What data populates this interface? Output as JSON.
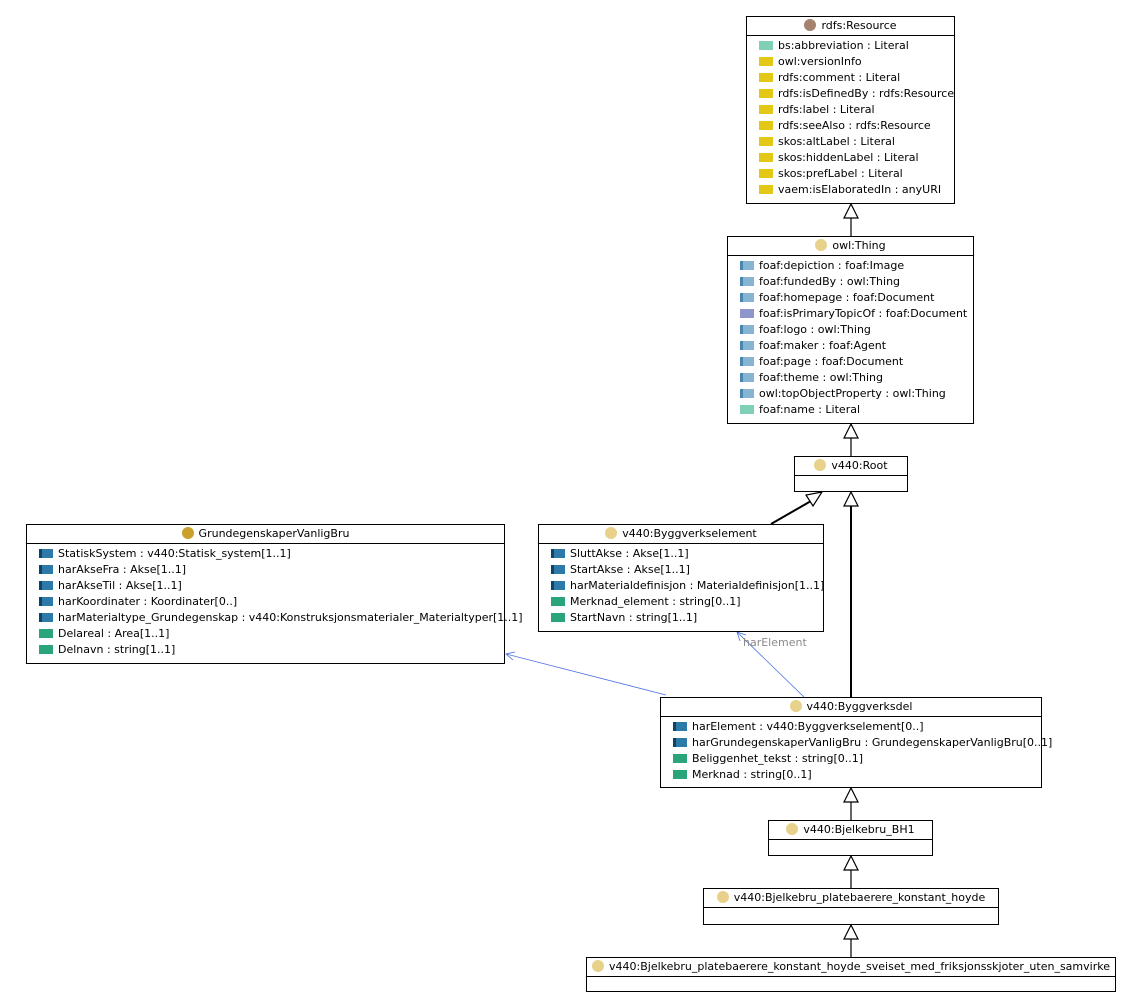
{
  "classes": {
    "resource": {
      "name": "rdfs:Resource",
      "attributes": [
        {
          "text": "bs:abbreviation : Literal",
          "kind": "datatype-light"
        },
        {
          "text": "owl:versionInfo",
          "kind": "annotation"
        },
        {
          "text": "rdfs:comment : Literal",
          "kind": "annotation"
        },
        {
          "text": "rdfs:isDefinedBy : rdfs:Resource",
          "kind": "annotation"
        },
        {
          "text": "rdfs:label : Literal",
          "kind": "annotation"
        },
        {
          "text": "rdfs:seeAlso : rdfs:Resource",
          "kind": "annotation"
        },
        {
          "text": "skos:altLabel : Literal",
          "kind": "annotation"
        },
        {
          "text": "skos:hiddenLabel : Literal",
          "kind": "annotation"
        },
        {
          "text": "skos:prefLabel : Literal",
          "kind": "annotation"
        },
        {
          "text": "vaem:isElaboratedIn : anyURI",
          "kind": "annotation"
        }
      ]
    },
    "thing": {
      "name": "owl:Thing",
      "attributes": [
        {
          "text": "foaf:depiction : foaf:Image",
          "kind": "object-light"
        },
        {
          "text": "foaf:fundedBy : owl:Thing",
          "kind": "object-light"
        },
        {
          "text": "foaf:homepage : foaf:Document",
          "kind": "object-light"
        },
        {
          "text": "foaf:isPrimaryTopicOf : foaf:Document",
          "kind": "object-purple"
        },
        {
          "text": "foaf:logo : owl:Thing",
          "kind": "object-light"
        },
        {
          "text": "foaf:maker : foaf:Agent",
          "kind": "object-light"
        },
        {
          "text": "foaf:page : foaf:Document",
          "kind": "object-light"
        },
        {
          "text": "foaf:theme : owl:Thing",
          "kind": "object-light"
        },
        {
          "text": "owl:topObjectProperty : owl:Thing",
          "kind": "object-light"
        },
        {
          "text": "foaf:name : Literal",
          "kind": "datatype-light"
        }
      ]
    },
    "root": {
      "name": "v440:Root",
      "attributes": []
    },
    "grunn": {
      "name": "GrundegenskaperVanligBru",
      "attributes": [
        {
          "text": "StatiskSystem : v440:Statisk_system[1..1]",
          "kind": "object"
        },
        {
          "text": "harAkseFra : Akse[1..1]",
          "kind": "object"
        },
        {
          "text": "harAkseTil : Akse[1..1]",
          "kind": "object"
        },
        {
          "text": "harKoordinater : Koordinater[0..]",
          "kind": "object"
        },
        {
          "text": "harMaterialtype_Grundegenskap : v440:Konstruksjonsmaterialer_Materialtyper[1..1]",
          "kind": "object"
        },
        {
          "text": "Delareal : Area[1..1]",
          "kind": "datatype"
        },
        {
          "text": "Delnavn : string[1..1]",
          "kind": "datatype"
        }
      ]
    },
    "element": {
      "name": "v440:Byggverkselement",
      "attributes": [
        {
          "text": "SluttAkse : Akse[1..1]",
          "kind": "object"
        },
        {
          "text": "StartAkse : Akse[1..1]",
          "kind": "object"
        },
        {
          "text": "harMaterialdefinisjon : Materialdefinisjon[1..1]",
          "kind": "object"
        },
        {
          "text": "Merknad_element : string[0..1]",
          "kind": "datatype"
        },
        {
          "text": "StartNavn : string[1..1]",
          "kind": "datatype"
        }
      ]
    },
    "del": {
      "name": "v440:Byggverksdel",
      "attributes": [
        {
          "text": "harElement : v440:Byggverkselement[0..]",
          "kind": "object"
        },
        {
          "text": "harGrundegenskaperVanligBru : GrundegenskaperVanligBru[0..1]",
          "kind": "object"
        },
        {
          "text": "Beliggenhet_tekst : string[0..1]",
          "kind": "datatype"
        },
        {
          "text": "Merknad : string[0..1]",
          "kind": "datatype"
        }
      ]
    },
    "bh1": {
      "name": "v440:Bjelkebru_BH1",
      "attributes": []
    },
    "plate": {
      "name": "v440:Bjelkebru_platebaerere_konstant_hoyde",
      "attributes": []
    },
    "sveiset": {
      "name": "v440:Bjelkebru_platebaerere_konstant_hoyde_sveiset_med_friksjonsskjoter_uten_samvirke",
      "attributes": []
    }
  },
  "association_label": "harElement",
  "colors": {
    "datatype-light": "#7fd0b6",
    "annotation": "#e3c915",
    "object-light": "#87b4d2",
    "object-purple": "#8e96cc",
    "object": "#2d7aa8",
    "datatype": "#2aa57a",
    "association_line": "#4a6ee0"
  }
}
